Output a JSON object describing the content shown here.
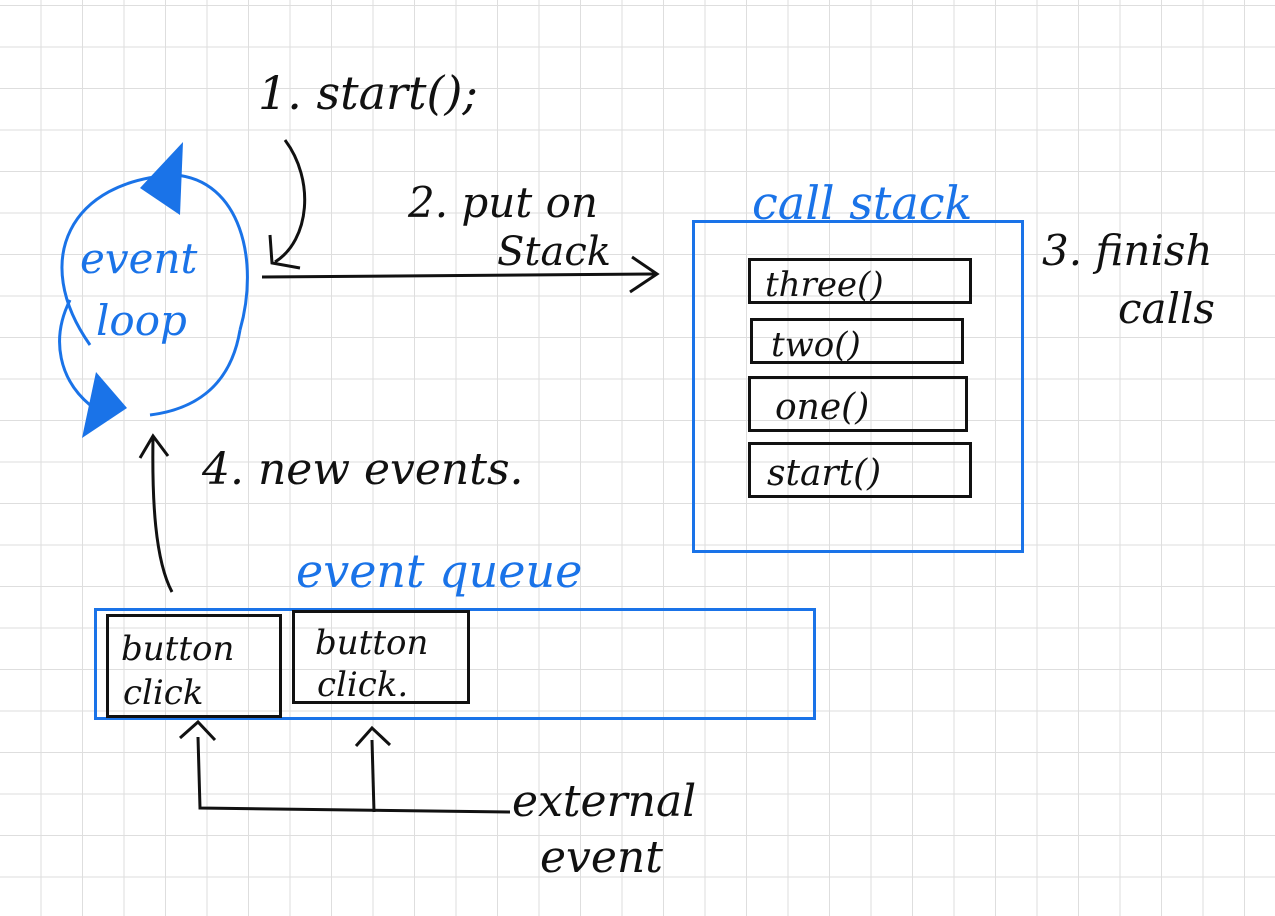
{
  "steps": {
    "start": "1. start();",
    "put_line1": "2. put on",
    "put_line2": "Stack",
    "finish_line1": "3. finish",
    "finish_line2": "calls",
    "new_events": "4. new events."
  },
  "event_loop": {
    "line1": "event",
    "line2": "loop"
  },
  "call_stack": {
    "title": "call stack",
    "frames": [
      "three()",
      "two()",
      "one()",
      "start()"
    ]
  },
  "event_queue": {
    "title": "event queue",
    "items": [
      {
        "line1": "button",
        "line2": "click"
      },
      {
        "line1": "button",
        "line2": "click."
      }
    ]
  },
  "external": {
    "line1": "external",
    "line2": "event"
  },
  "colors": {
    "accent": "#1a73e8",
    "ink": "#111111",
    "grid": "#dedede"
  }
}
